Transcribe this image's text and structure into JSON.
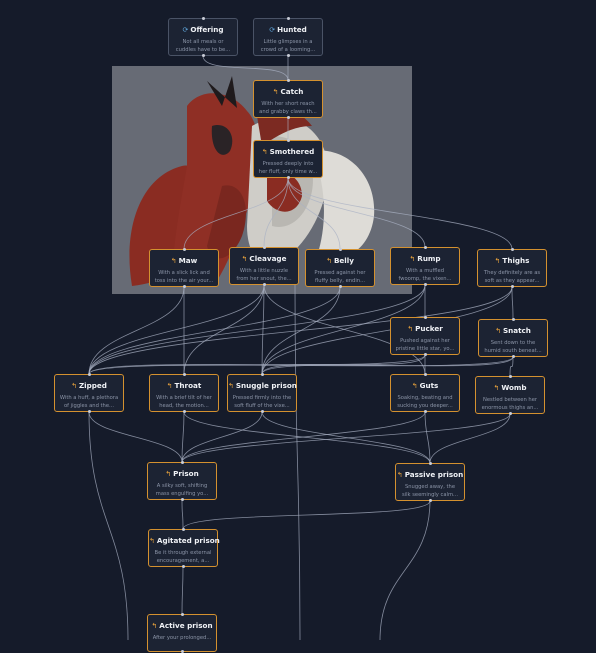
{
  "nodes": [
    {
      "id": "offering",
      "title": "Offering",
      "desc": "Not all meals or cuddles have to be...",
      "icon": "swirl",
      "style": "gray"
    },
    {
      "id": "hunted",
      "title": "Hunted",
      "desc": "Little glimpses in a crowd of a looming...",
      "icon": "swirl",
      "style": "gray"
    },
    {
      "id": "catch",
      "title": "Catch",
      "desc": "With her short reach and grabby claws th...",
      "icon": "arrow",
      "style": "orange"
    },
    {
      "id": "smothered",
      "title": "Smothered",
      "desc": "Pressed deeply into her fluff, only time w...",
      "icon": "arrow",
      "style": "orange"
    },
    {
      "id": "maw",
      "title": "Maw",
      "desc": "With a slick lick and toss into the air your...",
      "icon": "arrow",
      "style": "orange"
    },
    {
      "id": "cleavage",
      "title": "Cleavage",
      "desc": "With a little nuzzle from her snout, the...",
      "icon": "arrow",
      "style": "orange"
    },
    {
      "id": "belly",
      "title": "Belly",
      "desc": "Pressed against her fluffy belly, endin...",
      "icon": "arrow",
      "style": "orange"
    },
    {
      "id": "rump",
      "title": "Rump",
      "desc": "With a muffled fwoomp, the vixen...",
      "icon": "arrow",
      "style": "orange"
    },
    {
      "id": "thighs",
      "title": "Thighs",
      "desc": "They definitely are as soft as they appear...",
      "icon": "arrow",
      "style": "orange"
    },
    {
      "id": "pucker",
      "title": "Pucker",
      "desc": "Pushed against her pristine little star, yo...",
      "icon": "arrow",
      "style": "orange"
    },
    {
      "id": "snatch",
      "title": "Snatch",
      "desc": "Sent down to the humid south beneat...",
      "icon": "arrow",
      "style": "orange"
    },
    {
      "id": "zipped",
      "title": "Zipped",
      "desc": "With a huff, a plethora of jiggles and the...",
      "icon": "arrow",
      "style": "orange"
    },
    {
      "id": "throat",
      "title": "Throat",
      "desc": "With a brief tilt of her head, the motion...",
      "icon": "arrow",
      "style": "orange"
    },
    {
      "id": "snuggle",
      "title": "Snuggle prison",
      "desc": "Pressed firmly into the soft fluff of the vixe...",
      "icon": "arrow",
      "style": "orange"
    },
    {
      "id": "guts",
      "title": "Guts",
      "desc": "Soaking, beating and sucking you deeper...",
      "icon": "arrow",
      "style": "orange"
    },
    {
      "id": "womb",
      "title": "Womb",
      "desc": "Nestled between her enormous thighs an...",
      "icon": "arrow",
      "style": "orange"
    },
    {
      "id": "prison",
      "title": "Prison",
      "desc": "A silky soft, shifting mass engulfing yo...",
      "icon": "arrow",
      "style": "orange"
    },
    {
      "id": "passive",
      "title": "Passive prison",
      "desc": "Snugged away, the silk seemingly calm...",
      "icon": "arrow",
      "style": "orange"
    },
    {
      "id": "agitated",
      "title": "Agitated prison",
      "desc": "Be it through external encouragement, a...",
      "icon": "arrow",
      "style": "orange"
    },
    {
      "id": "active",
      "title": "Active prison",
      "desc": "After your prolonged...",
      "icon": "arrow",
      "style": "orange"
    }
  ],
  "edges": [
    [
      "offering",
      "catch"
    ],
    [
      "hunted",
      "catch"
    ],
    [
      "catch",
      "smothered"
    ],
    [
      "smothered",
      "maw"
    ],
    [
      "smothered",
      "cleavage"
    ],
    [
      "smothered",
      "belly"
    ],
    [
      "smothered",
      "rump"
    ],
    [
      "smothered",
      "thighs"
    ],
    [
      "maw",
      "throat"
    ],
    [
      "maw",
      "zipped"
    ],
    [
      "cleavage",
      "zipped"
    ],
    [
      "cleavage",
      "snuggle"
    ],
    [
      "cleavage",
      "throat"
    ],
    [
      "cleavage",
      "guts"
    ],
    [
      "belly",
      "snuggle"
    ],
    [
      "belly",
      "zipped"
    ],
    [
      "rump",
      "pucker"
    ],
    [
      "rump",
      "zipped"
    ],
    [
      "rump",
      "snuggle"
    ],
    [
      "thighs",
      "snatch"
    ],
    [
      "thighs",
      "zipped"
    ],
    [
      "thighs",
      "snuggle"
    ],
    [
      "pucker",
      "guts"
    ],
    [
      "pucker",
      "zipped"
    ],
    [
      "pucker",
      "snuggle"
    ],
    [
      "snatch",
      "womb"
    ],
    [
      "snatch",
      "zipped"
    ],
    [
      "snatch",
      "snuggle"
    ],
    [
      "throat",
      "prison"
    ],
    [
      "throat",
      "passive"
    ],
    [
      "snuggle",
      "prison"
    ],
    [
      "snuggle",
      "passive"
    ],
    [
      "guts",
      "prison"
    ],
    [
      "guts",
      "passive"
    ],
    [
      "womb",
      "prison"
    ],
    [
      "womb",
      "passive"
    ],
    [
      "zipped",
      "prison"
    ],
    [
      "prison",
      "agitated"
    ],
    [
      "passive",
      "agitated"
    ],
    [
      "agitated",
      "active"
    ]
  ],
  "colors": {
    "accent": "#d4912f",
    "neutral": "#4a5366",
    "edge": "#aab2c4",
    "background": "#151b2a"
  }
}
